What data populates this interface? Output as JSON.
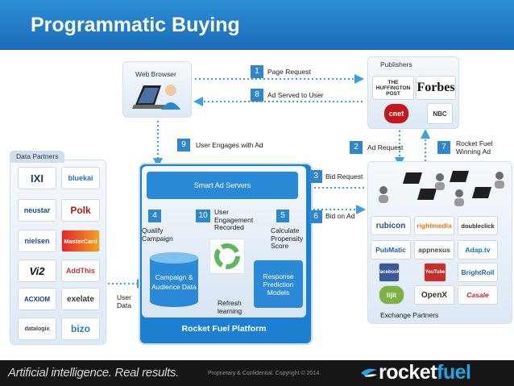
{
  "title": "Programmatic Buying",
  "footer": {
    "tagline": "Artificial intelligence. Real results.",
    "copyright": "Proprietary & Confidential. Copyright © 2014.",
    "brand_part1": "rocket",
    "brand_part2": "fuel"
  },
  "nodes": {
    "web_browser": "Web Browser",
    "publishers": "Publishers",
    "data_partners": "Data Partners",
    "exchange_partners": "Exchange Partners",
    "smart_ad_servers": "Smart Ad Servers",
    "campaign_audience": "Campaign & Audience Data",
    "response_models": "Response Prediction Models",
    "platform": "Rocket Fuel Platform"
  },
  "publisher_logos": [
    "THE HUFFINGTON POST",
    "Forbes",
    "cnet",
    "NBC"
  ],
  "data_partner_logos": [
    "IXI",
    "bluekai",
    "neustar",
    "Polk",
    "nielsen",
    "MasterCard",
    "Vi2",
    "AddThis",
    "ACXIOM",
    "exelate",
    "datalogix",
    "bizo"
  ],
  "exchange_logos": [
    "rubicon",
    "rightmedia",
    "doubleclick",
    "PubMatic",
    "appnexus",
    "Adap.tv",
    "facebook",
    "YouTube",
    "BrightRoll",
    "lijit",
    "OpenX",
    "Casale"
  ],
  "steps": [
    {
      "num": "1",
      "label": "Page Request"
    },
    {
      "num": "2",
      "label": "Ad Request"
    },
    {
      "num": "3",
      "label": "Bid Request"
    },
    {
      "num": "4",
      "label": "Qualify Campaign"
    },
    {
      "num": "5",
      "label": "Calculate Propensity Score"
    },
    {
      "num": "6",
      "label": "Bid on Ad"
    },
    {
      "num": "7",
      "label": "Rocket Fuel Winning Ad"
    },
    {
      "num": "8",
      "label": "Ad Served to User"
    },
    {
      "num": "9",
      "label": "User Engages with Ad"
    },
    {
      "num": "10",
      "label": "User Engagement Recorded"
    }
  ],
  "labels": {
    "user_data": "User Data",
    "refresh_learning": "Refresh learning"
  },
  "colors": {
    "header": "#1f7bc6",
    "accent": "#2e86cf",
    "arrow": "#3aa0e0",
    "footer": "#161616"
  }
}
